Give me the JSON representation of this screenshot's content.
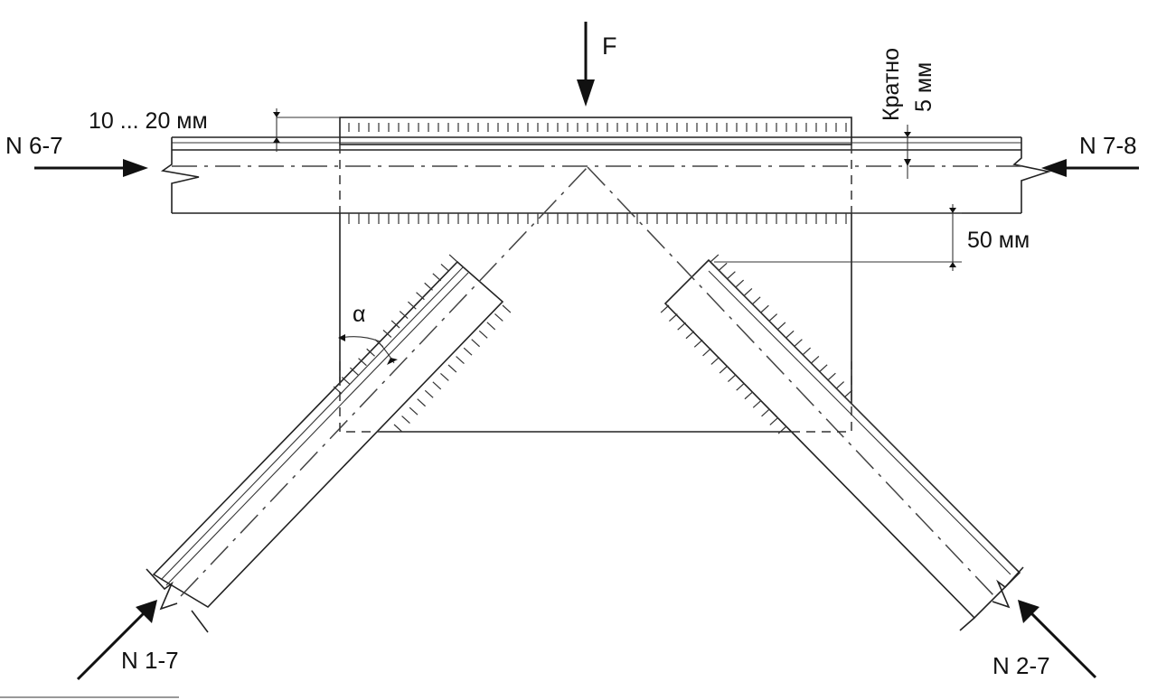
{
  "labels": {
    "force": "F",
    "left_chord_force": "N 6-7",
    "right_chord_force": "N 7-8",
    "left_diagonal_force": "N 1-7",
    "right_diagonal_force": "N 2-7",
    "gap_dimension": "10 ... 20 мм",
    "multiple_line1": "Кратно",
    "multiple_line2": "5 мм",
    "offset_dimension": "50 мм",
    "angle": "α"
  }
}
